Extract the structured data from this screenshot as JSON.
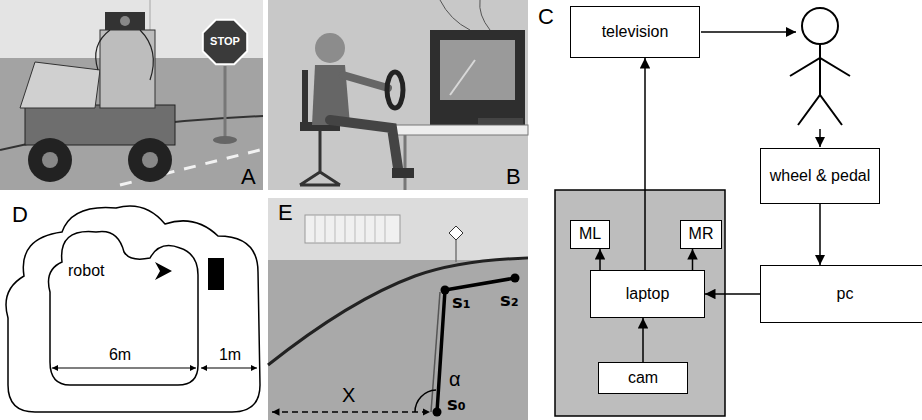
{
  "diagram": {
    "nodes": [
      {
        "text": [
          "television"
        ]
      },
      {
        "text": [
          "wheel & pedal"
        ]
      },
      {
        "text": [
          "pc"
        ]
      },
      {
        "text": [
          "ML"
        ]
      },
      {
        "text": [
          "MR"
        ]
      },
      {
        "text": [
          "laptop"
        ]
      },
      {
        "text": [
          "cam"
        ]
      }
    ],
    "edges": [
      {
        "from": 1,
        "to": 2,
        "arrow": "to"
      },
      {
        "from": 2,
        "to": 5,
        "arrow": "to"
      },
      {
        "from": 5,
        "to": 0,
        "arrow": "to"
      },
      {
        "from": 5,
        "to": 3,
        "arrow": "to"
      },
      {
        "from": 5,
        "to": 4,
        "arrow": "to"
      },
      {
        "from": 6,
        "to": 5,
        "arrow": "to"
      }
    ],
    "labels": [
      "A",
      "B",
      "STOP",
      "C",
      "D",
      "robot",
      "6m",
      "1m",
      "E",
      "X",
      "α",
      "s₀",
      "s₁",
      "s₂"
    ]
  }
}
